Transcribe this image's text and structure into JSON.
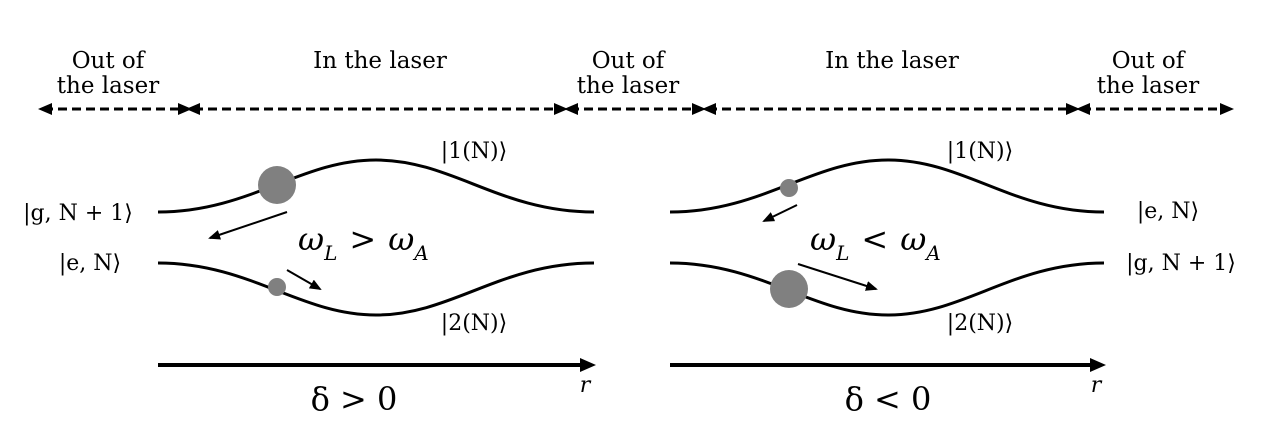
{
  "regions": {
    "out_left": [
      "Out of",
      "the laser"
    ],
    "in_left": "In the laser",
    "out_middle": [
      "Out of",
      "the laser"
    ],
    "in_right": "In the laser",
    "out_right": [
      "Out of",
      "the laser"
    ]
  },
  "left_panel": {
    "upper_state_left": "|g, N + 1⟩",
    "lower_state_left": "|e, N⟩",
    "dressed_upper": "|1(N)⟩",
    "dressed_lower": "|2(N)⟩",
    "omega_relation": {
      "omega": "ω",
      "sub_L": "L",
      "relation": ">",
      "sub_A": "A"
    },
    "delta_label": "δ > 0",
    "axis_label": "r"
  },
  "right_panel": {
    "upper_state_right": "|e, N⟩",
    "lower_state_right": "|g, N + 1⟩",
    "dressed_upper": "|1(N)⟩",
    "dressed_lower": "|2(N)⟩",
    "omega_relation": {
      "omega": "ω",
      "sub_L": "L",
      "relation": "<",
      "sub_A": "A"
    },
    "delta_label": "δ < 0",
    "axis_label": "r"
  },
  "colors": {
    "line": "#000000",
    "population_dot": "#808080"
  }
}
